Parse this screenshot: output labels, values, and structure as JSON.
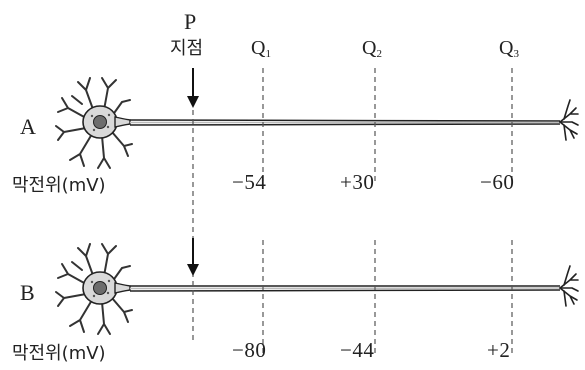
{
  "point_label": {
    "letter": "P",
    "text": "지점"
  },
  "q_labels": [
    {
      "base": "Q",
      "sub": "1"
    },
    {
      "base": "Q",
      "sub": "2"
    },
    {
      "base": "Q",
      "sub": "3"
    }
  ],
  "neurons": [
    {
      "name": "A",
      "potential_label": "막전위(mV)",
      "values": [
        "−54",
        "+30",
        "−60"
      ]
    },
    {
      "name": "B",
      "potential_label": "막전위(mV)",
      "values": [
        "−80",
        "−44",
        "+2"
      ]
    }
  ]
}
